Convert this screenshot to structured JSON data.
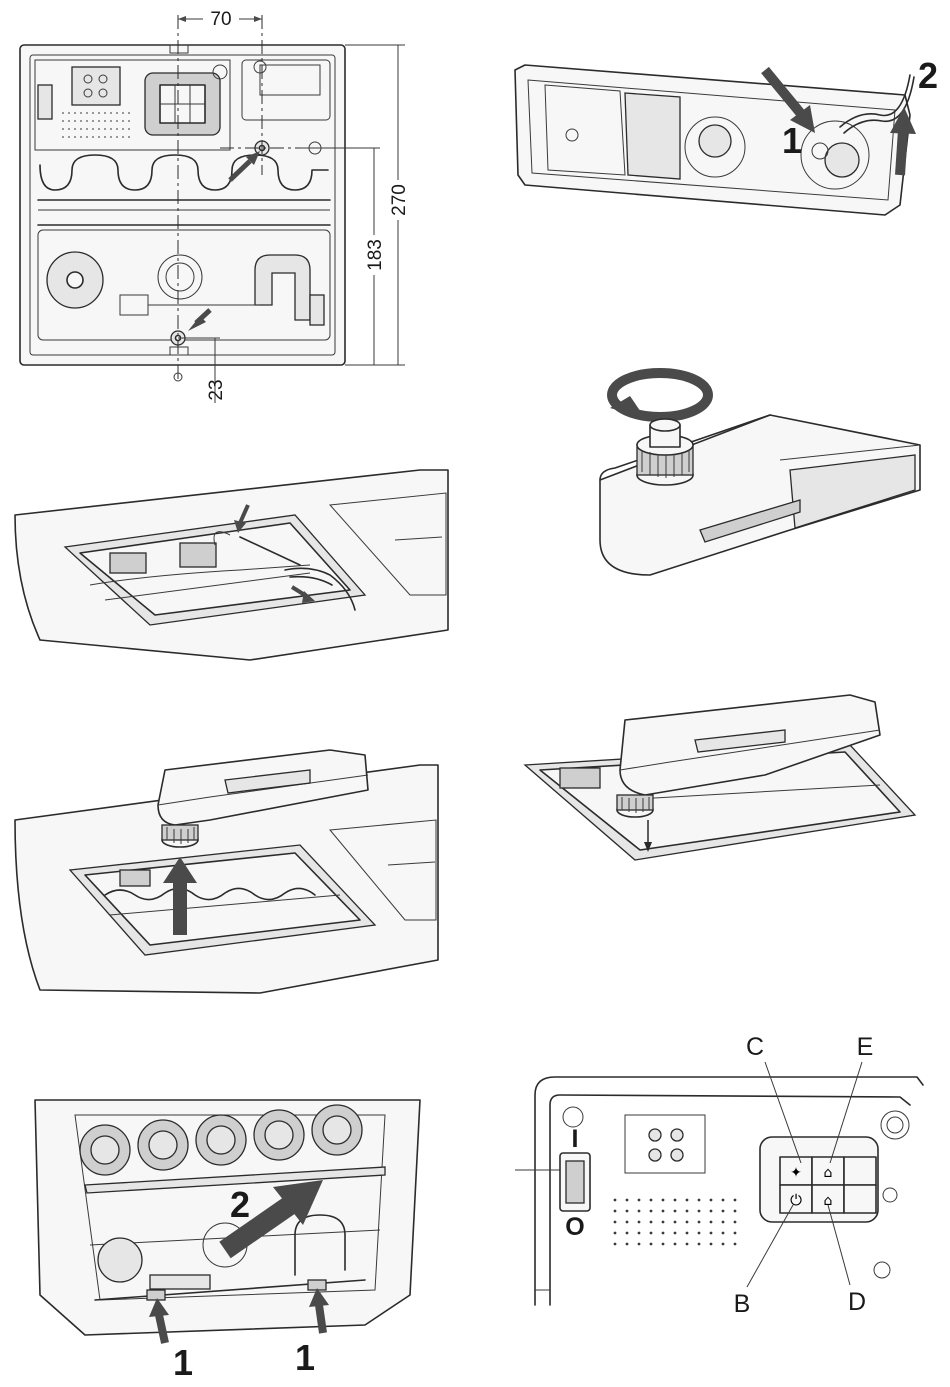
{
  "panel1": {
    "dim_width": "70",
    "dim_height_total": "270",
    "dim_height_inner": "183",
    "dim_offset": "23"
  },
  "panel2": {
    "callout_1": "1",
    "callout_2": "2"
  },
  "panel7": {
    "callout_1_left": "1",
    "callout_1_right": "1",
    "callout_2": "2"
  },
  "panel8": {
    "switch_on_mark": "I",
    "switch_off_mark": "O",
    "label_c": "C",
    "label_e": "E",
    "label_b": "B",
    "label_d": "D"
  },
  "colors": {
    "line": "#2b2b2b",
    "arrow": "#4a4a4a",
    "surface": "#f7f7f7"
  }
}
